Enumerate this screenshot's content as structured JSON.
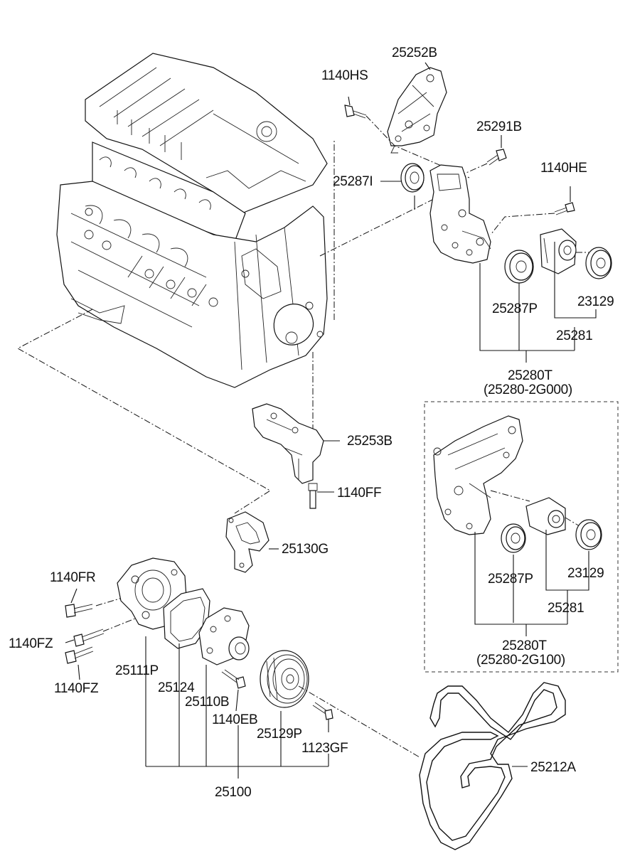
{
  "labels": {
    "l_25252B": "25252B",
    "l_1140HS": "1140HS",
    "l_25291B": "25291B",
    "l_1140HE": "1140HE",
    "l_25287I": "25287I",
    "l_25287P_top": "25287P",
    "l_23129_top": "23129",
    "l_25281_top": "25281",
    "l_25280T_top": "25280T",
    "l_25280_2G000": "(25280-2G000)",
    "l_25253B": "25253B",
    "l_1140FF": "1140FF",
    "l_25130G": "25130G",
    "l_25287P_box": "25287P",
    "l_23129_box": "23129",
    "l_25281_box": "25281",
    "l_25280T_box": "25280T",
    "l_25280_2G100": "(25280-2G100)",
    "l_1140FR": "1140FR",
    "l_1140FZ_a": "1140FZ",
    "l_1140FZ_b": "1140FZ",
    "l_25111P": "25111P",
    "l_25124": "25124",
    "l_25110B": "25110B",
    "l_1140EB": "1140EB",
    "l_25129P": "25129P",
    "l_1123GF": "1123GF",
    "l_25100": "25100",
    "l_25212A": "25212A"
  }
}
